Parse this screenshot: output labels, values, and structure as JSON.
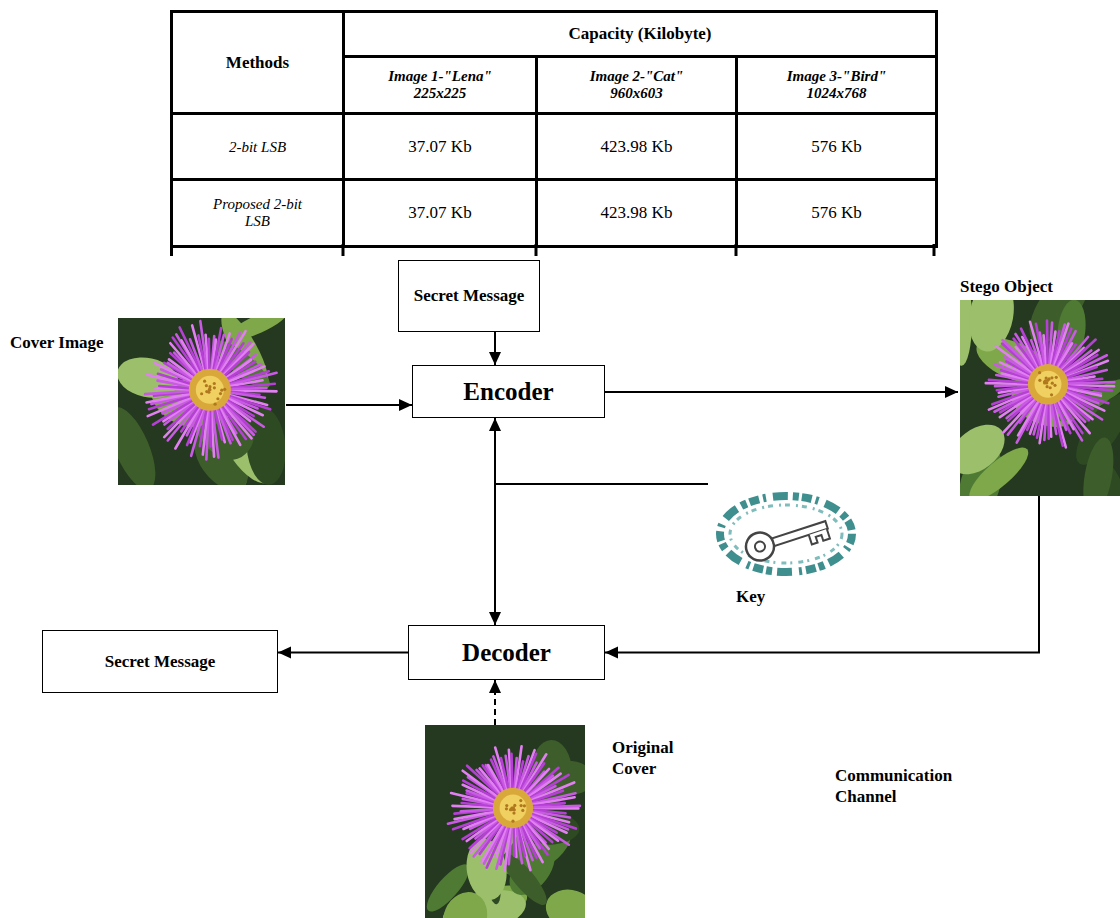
{
  "diagram": {
    "nodes": [
      {
        "text": [
          "Secret Message"
        ]
      },
      {
        "text": [
          "Cover Image"
        ]
      },
      {
        "text": [
          "Encoder"
        ]
      },
      {
        "text": [
          "Stego Object"
        ]
      },
      {
        "text": [
          "Key"
        ]
      },
      {
        "text": [
          "Decoder"
        ]
      },
      {
        "text": [
          "Secret Message"
        ]
      },
      {
        "text": [
          "Original Cover"
        ]
      }
    ],
    "edges": [
      {
        "from": 0,
        "to": 2,
        "arrow": "to"
      },
      {
        "from": 1,
        "to": 2,
        "arrow": "to"
      },
      {
        "from": 2,
        "to": 3,
        "arrow": "to"
      },
      {
        "from": 4,
        "to": 2,
        "arrow": "to"
      },
      {
        "from": 4,
        "to": 5,
        "arrow": "to"
      },
      {
        "from": 3,
        "to": 5,
        "label": "Communication Channel",
        "arrow": "to"
      },
      {
        "from": 7,
        "to": 5,
        "arrow": "to"
      },
      {
        "from": 5,
        "to": 6,
        "arrow": "to"
      }
    ],
    "labels": [
      "Methods",
      "Capacity (Kilobyte)",
      "Image 1-\"Lena\" 225x225",
      "Image 2-\"Cat\" 960x603",
      "Image 3-\"Bird\" 1024x768",
      "2-bit LSB",
      "37.07 Kb",
      "423.98 Kb",
      "576 Kb",
      "Proposed 2-bit LSB",
      "37.07 Kb",
      "423.98 Kb",
      "576 Kb"
    ]
  }
}
